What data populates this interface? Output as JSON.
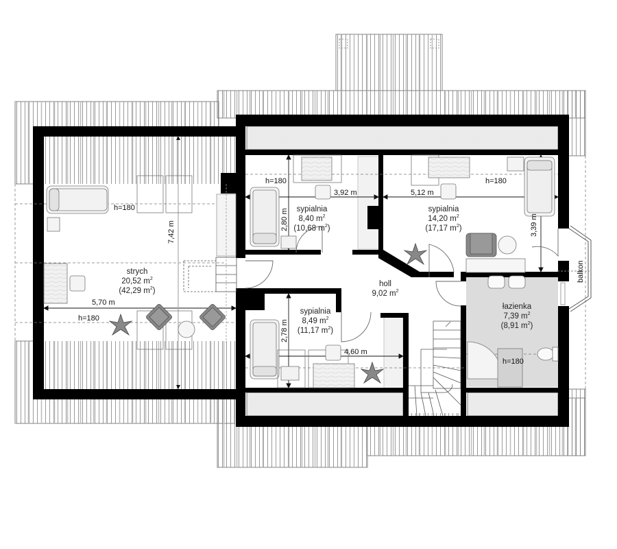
{
  "plan": {
    "type": "attic floor plan",
    "rooms": [
      {
        "id": "strych",
        "name": "strych",
        "area": "20,52 m",
        "area_sup": "2",
        "area_total": "(42,29 m",
        "area_total_sup": "2",
        "area_total_close": ")"
      },
      {
        "id": "sypialnia1",
        "name": "sypialnia",
        "area": "8,40 m",
        "area_sup": "2",
        "area_total": "(10,68 m",
        "area_total_sup": "2",
        "area_total_close": ")"
      },
      {
        "id": "sypialnia2",
        "name": "sypialnia",
        "area": "14,20 m",
        "area_sup": "2",
        "area_total": "(17,17 m",
        "area_total_sup": "2",
        "area_total_close": ")"
      },
      {
        "id": "sypialnia3",
        "name": "sypialnia",
        "area": "8,49 m",
        "area_sup": "2",
        "area_total": "(11,17 m",
        "area_total_sup": "2",
        "area_total_close": ")"
      },
      {
        "id": "holl",
        "name": "holl",
        "area": "9,02 m",
        "area_sup": "2"
      },
      {
        "id": "lazienka",
        "name": "łazienka",
        "area": "7,39 m",
        "area_sup": "2",
        "area_total": "(8,91 m",
        "area_total_sup": "2",
        "area_total_close": ")"
      },
      {
        "id": "balkon",
        "name": "balkon"
      }
    ],
    "dimensions": {
      "strych_width": "5,70 m",
      "strych_depth": "7,42 m",
      "sypialnia1_width": "3,92 m",
      "sypialnia1_depth": "2,80 m",
      "sypialnia2_width": "5,12 m",
      "sypialnia2_depth": "3,39 m",
      "sypialnia3_width": "4,60 m",
      "sypialnia3_depth": "2,78 m"
    },
    "heights": {
      "strych_top": "h=180",
      "strych_bottom": "h=180",
      "sypialnia1": "h=180",
      "sypialnia2": "h=180",
      "lazienka": "h=180"
    },
    "colors": {
      "wall": "#000000",
      "roof_line": "#777777",
      "roof_line_light": "#bdbdbd",
      "low_area": "#ebebeb",
      "bathroom": "#dcdcdc",
      "furniture_fill": "#f4f4f4",
      "armchair": "#888888"
    }
  }
}
